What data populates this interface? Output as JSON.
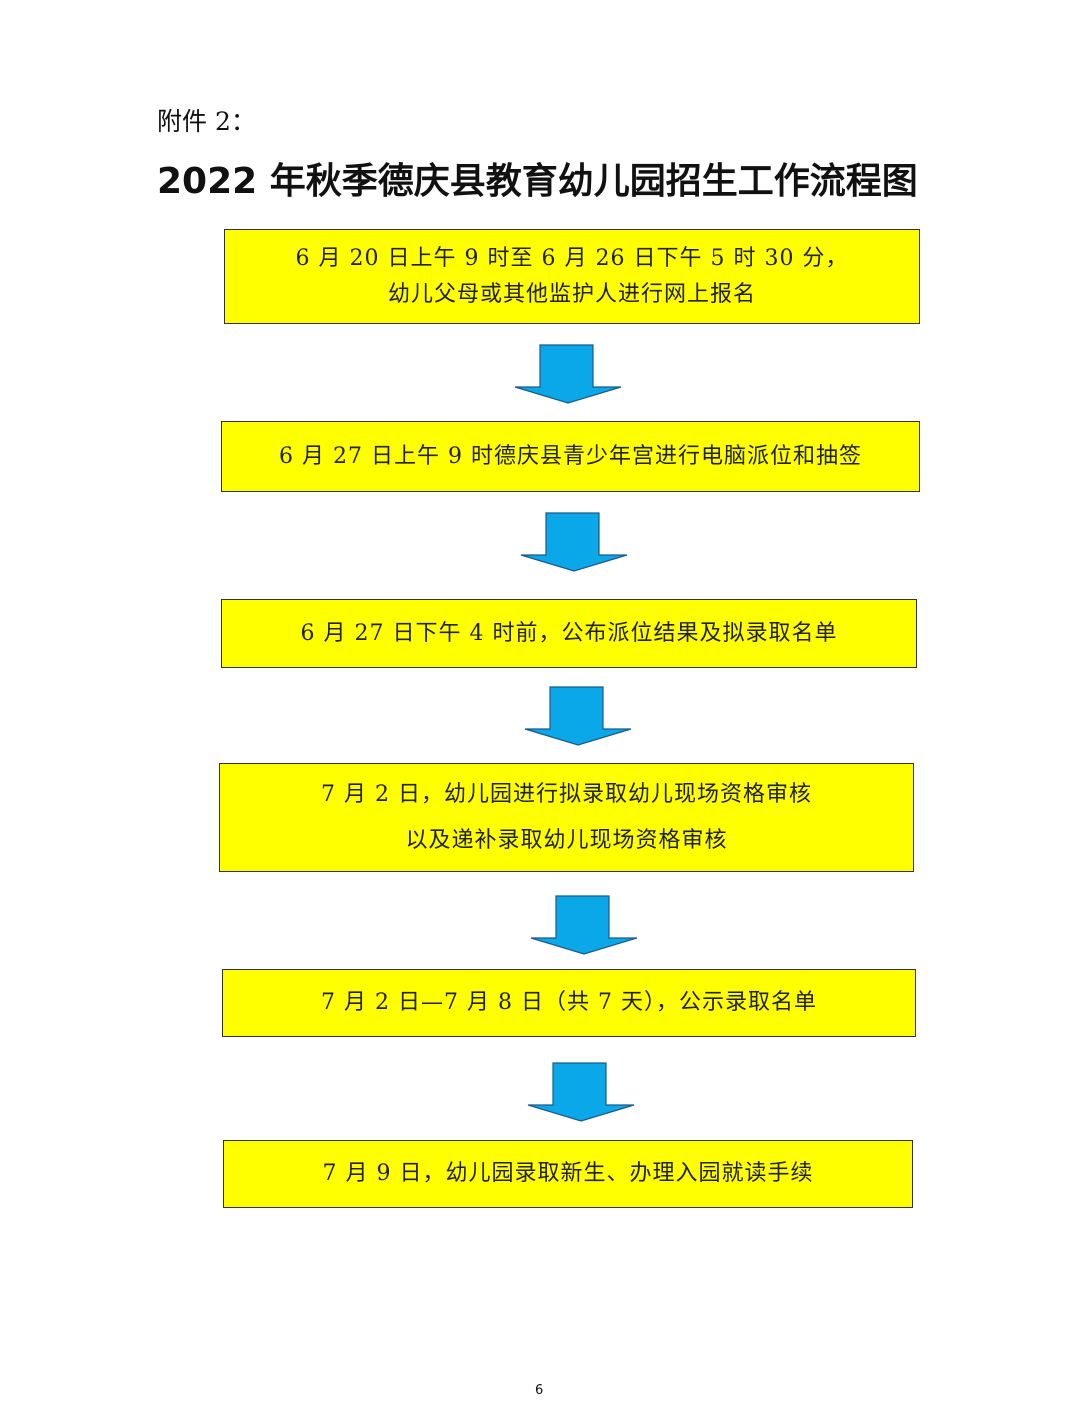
{
  "attachment_label": "附件 2：",
  "title": "2022 年秋季德庆县教育幼儿园招生工作流程图",
  "colors": {
    "box_fill": "#ffff00",
    "arrow_fill": "#0aa8e8"
  },
  "steps": [
    {
      "lines": [
        "6 月 20 日上午 9 时至 6 月 26 日下午 5 时 30 分，",
        "幼儿父母或其他监护人进行网上报名"
      ]
    },
    {
      "lines": [
        "6 月 27 日上午 9 时德庆县青少年宫进行电脑派位和抽签"
      ]
    },
    {
      "lines": [
        "6 月 27 日下午 4 时前，公布派位结果及拟录取名单"
      ]
    },
    {
      "lines": [
        "7 月 2 日，幼儿园进行拟录取幼儿现场资格审核",
        "以及递补录取幼儿现场资格审核"
      ]
    },
    {
      "lines": [
        "7 月 2 日—7 月 8 日（共 7 天），公示录取名单"
      ]
    },
    {
      "lines": [
        "7 月 9 日，幼儿园录取新生、办理入园就读手续"
      ]
    }
  ],
  "page_number": "6"
}
